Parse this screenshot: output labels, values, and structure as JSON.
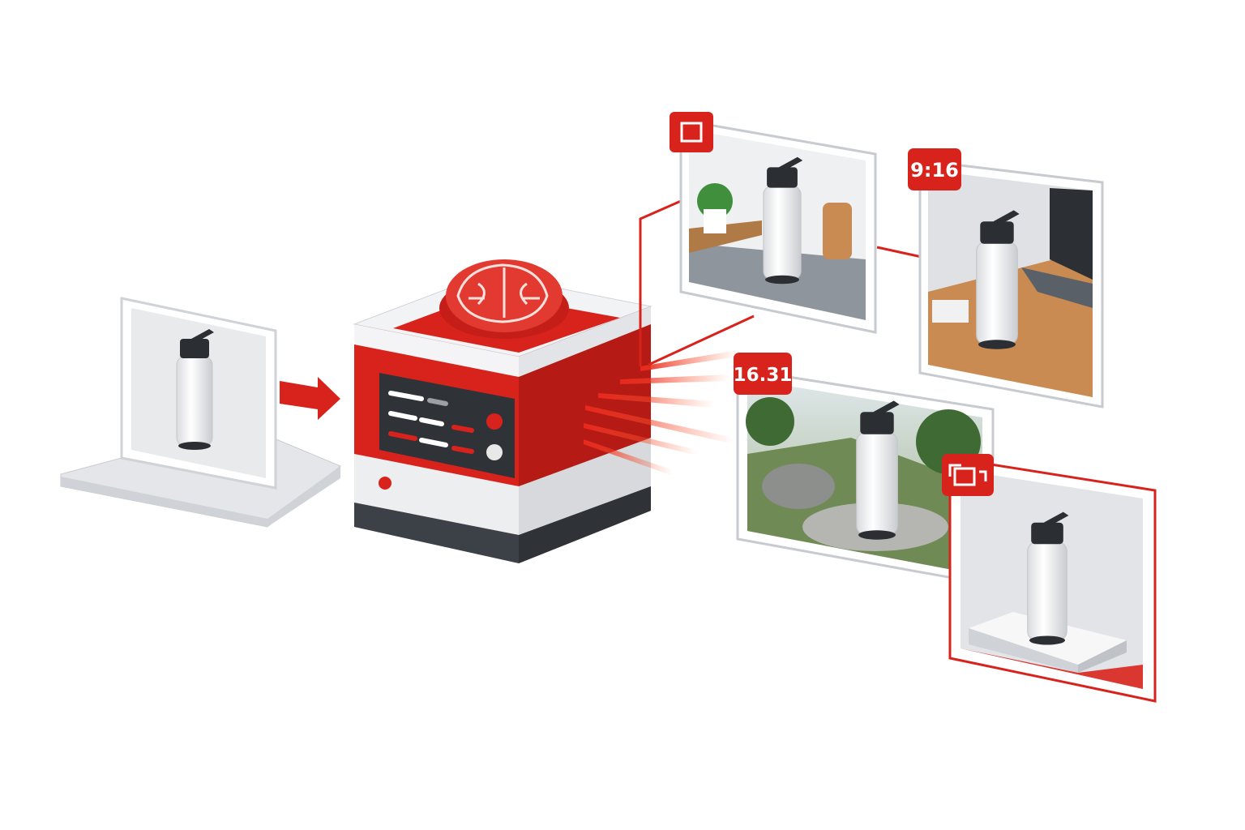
{
  "colors": {
    "accent": "#d8231c",
    "dark": "#2f3338",
    "panel": "#f2f3f5",
    "wood": "#c98b52"
  },
  "input": {
    "icon": "water-bottle-photo",
    "arrow_icon": "arrow-right-icon"
  },
  "processor": {
    "icon": "brain-icon"
  },
  "outputs": [
    {
      "badge": "",
      "badge_icon": "square-icon",
      "scene": "kitchen"
    },
    {
      "badge": "9:16",
      "scene": "desk-with-laptop"
    },
    {
      "badge": "16.31",
      "scene": "outdoor-landscape"
    },
    {
      "badge": "",
      "badge_icon": "resize-frame-icon",
      "scene": "studio-pedestal"
    }
  ]
}
